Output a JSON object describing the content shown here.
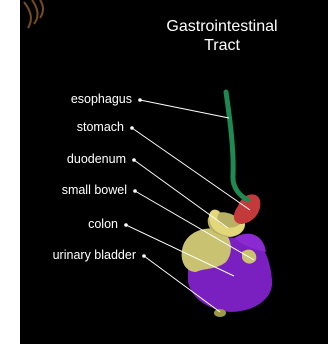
{
  "diagram": {
    "title_line1": "Gastrointestinal",
    "title_line2": "Tract",
    "labels": {
      "esophagus": "esophagus",
      "stomach": "stomach",
      "duodenum": "duodenum",
      "small_bowel": "small bowel",
      "colon": "colon",
      "urinary_bladder": "urinary bladder"
    },
    "colors": {
      "background": "#000000",
      "esophagus": "#1e8a52",
      "stomach": "#c43a3a",
      "duodenum": "#e2d77a",
      "small_bowel": "#c9c271",
      "colon": "#7a1fc0",
      "urinary_bladder": "#9c9a4a",
      "leader_lines": "#ffffff"
    }
  }
}
